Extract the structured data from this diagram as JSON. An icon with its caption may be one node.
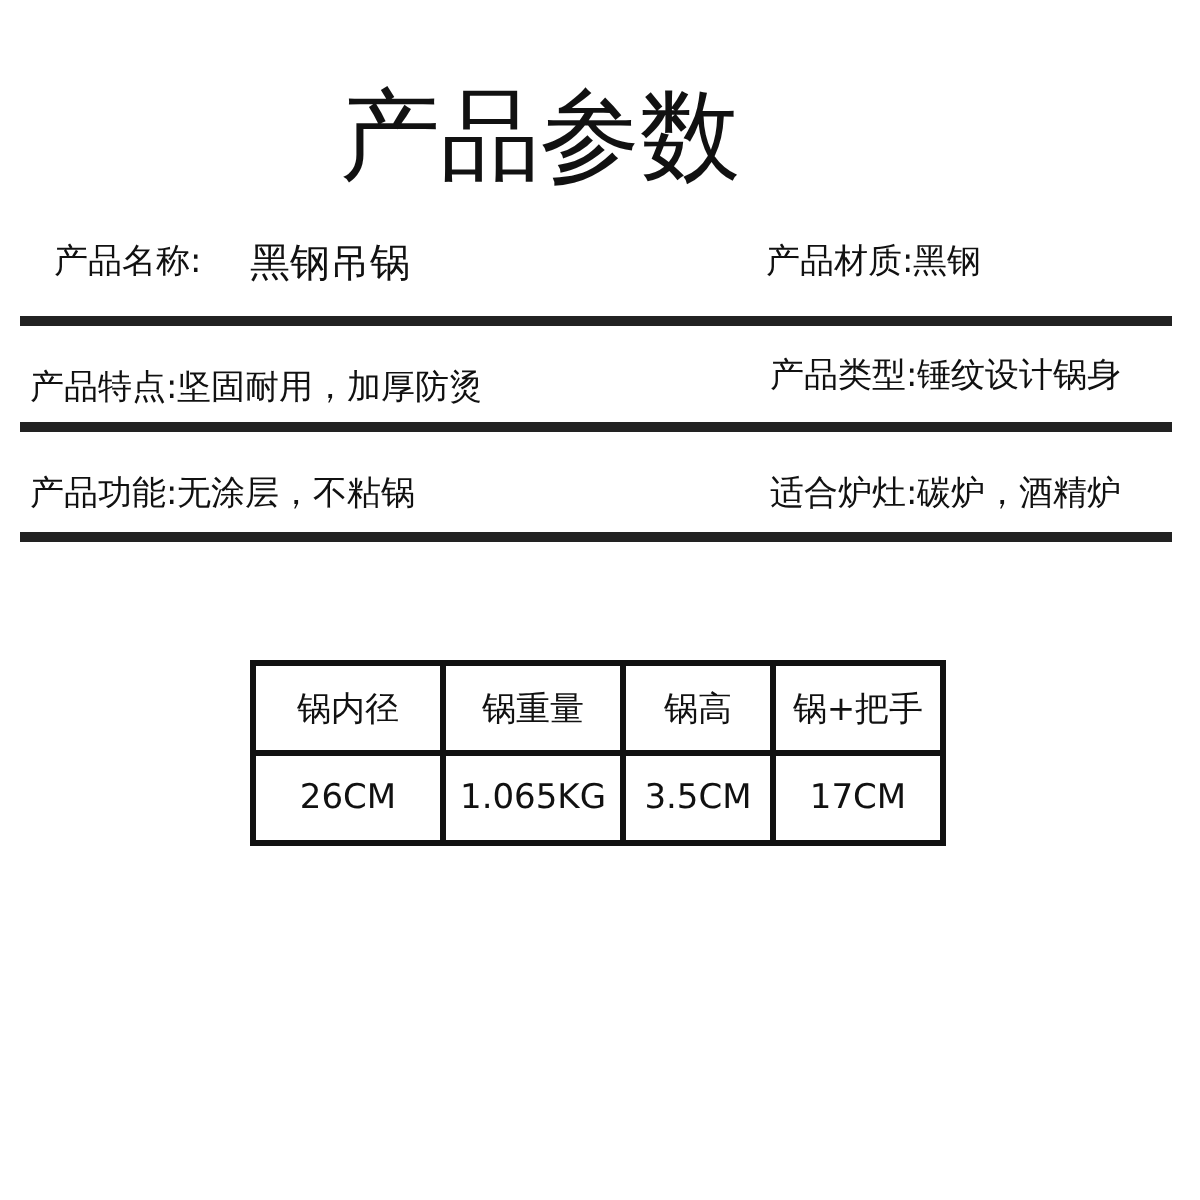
{
  "diagram": {
    "title": "产品参数",
    "labels": [
      "产品名称:",
      "黑钢吊锅",
      "产品材质:黑钢",
      "产品特点:坚固耐用，加厚防烫",
      "产品类型:锤纹设计锅身",
      "产品功能:无涂层，不粘锅",
      "适合炉灶:碳炉，酒精炉",
      "锅内径",
      "锅重量",
      "锅高",
      "锅+把手",
      "26CM",
      "1.065KG",
      "3.5CM",
      "17CM"
    ]
  }
}
